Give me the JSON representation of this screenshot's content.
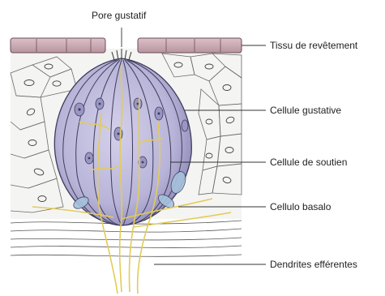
{
  "title": "Pore gustatif",
  "labels": {
    "tissue": "Tissu de revêtement",
    "gustatory_cell": "Cellule gustative",
    "support_cell": "Cellule de soutien",
    "basal_cell": "Cellulo basalo",
    "dendrites": "Dendrites efférentes"
  },
  "colors": {
    "bud_fill": "#b8b4d8",
    "bud_stroke": "#4a4868",
    "nerve": "#e2cc58",
    "tissue_top": "#c9a8b4",
    "cell_lines": "#555555"
  }
}
